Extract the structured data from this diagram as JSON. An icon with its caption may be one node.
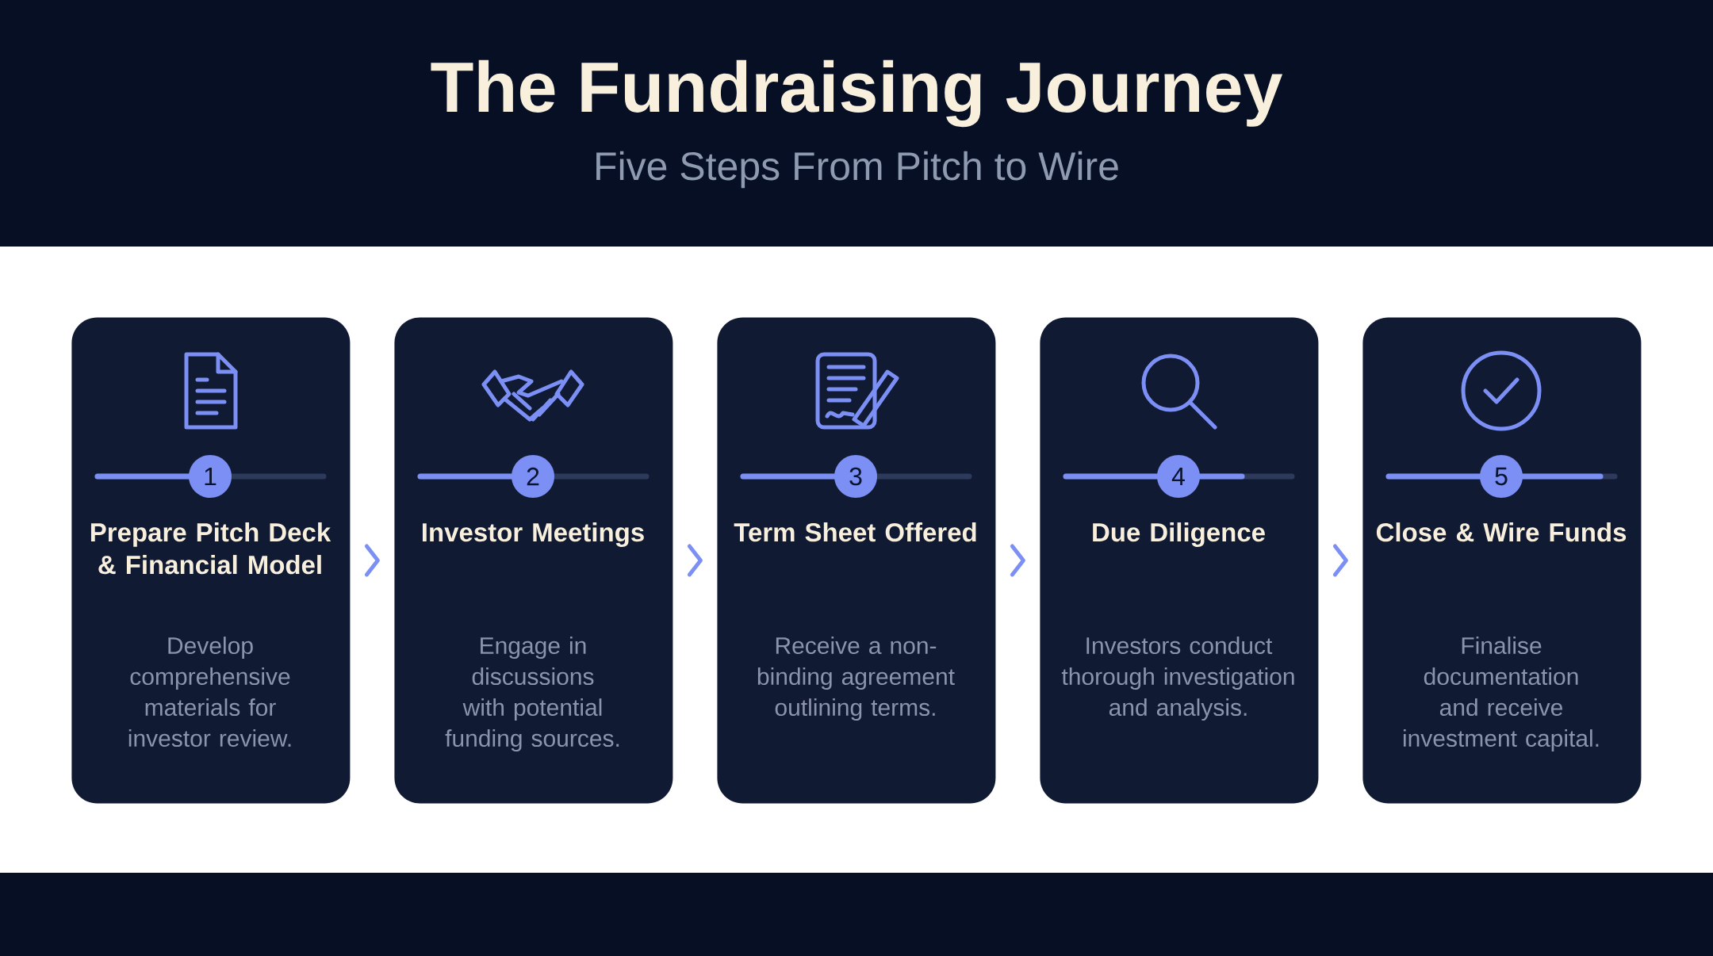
{
  "diagram": {
    "title": "The Fundraising Journey",
    "nodes": [
      {
        "text": [
          "Prepare Pitch Deck & Financial Model",
          "Develop comprehensive materials for investor review."
        ]
      },
      {
        "text": [
          "1"
        ],
        "in": 0
      },
      {
        "text": [
          "Investor Meetings",
          "Engage in discussions with potential funding sources."
        ]
      },
      {
        "text": [
          "2"
        ],
        "in": 2
      },
      {
        "text": [
          "Term Sheet Offered",
          "Receive a non-binding agreement outlining terms."
        ]
      },
      {
        "text": [
          "3"
        ],
        "in": 4
      },
      {
        "text": [
          "Due Diligence",
          "Investors conduct thorough investigation and analysis."
        ]
      },
      {
        "text": [
          "4"
        ],
        "in": 6
      },
      {
        "text": [
          "Close & Wire Funds",
          "Finalise documentation and receive investment capital."
        ]
      },
      {
        "text": [
          "5"
        ],
        "in": 8
      }
    ],
    "edges": [
      {
        "from": 0,
        "to": 2,
        "arrow": "to"
      },
      {
        "from": 2,
        "to": 4,
        "arrow": "to"
      },
      {
        "from": 4,
        "to": 6,
        "arrow": "to"
      },
      {
        "from": 6,
        "to": 8,
        "arrow": "to"
      }
    ],
    "labels": [
      "Five Steps From Pitch to Wire"
    ]
  }
}
